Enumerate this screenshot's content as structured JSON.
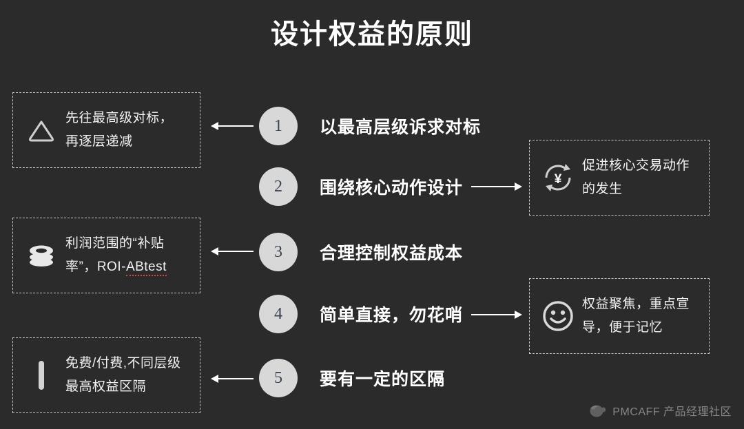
{
  "slide": {
    "title": "设计权益的原则",
    "background_color": "#2b2b2b",
    "text_color": "#ffffff",
    "accent_circle_color": "#d8d8d8",
    "number_text_color": "#3b4450"
  },
  "principles": [
    {
      "number": "1",
      "label": "以最高层级诉求对标",
      "arrow": "left-arrow"
    },
    {
      "number": "2",
      "label": "围绕核心动作设计",
      "arrow": "right-arrow"
    },
    {
      "number": "3",
      "label": "合理控制权益成本",
      "arrow": "left-arrow"
    },
    {
      "number": "4",
      "label": "简单直接，勿花哨",
      "arrow": "right-arrow"
    },
    {
      "number": "5",
      "label": "要有一定的区隔",
      "arrow": "left-arrow"
    }
  ],
  "cards": {
    "left": [
      {
        "icon": "triangle-icon",
        "line1": "先往最高级对标，",
        "line2": "再逐层递减"
      },
      {
        "icon": "coin-stack-icon",
        "line1": "利润范围的“补贴",
        "line2_prefix": "率”，ROI-",
        "line2_spellcheck": "ABtest"
      },
      {
        "icon": "vertical-bar-icon",
        "line1": "免费/付费,不同层级",
        "line2": "最高权益区隔"
      }
    ],
    "right": [
      {
        "icon": "yuan-refresh-icon",
        "line1": "促进核心交易动作",
        "line2": "的发生"
      },
      {
        "icon": "smiley-icon",
        "line1": "权益聚焦，重点宣",
        "line2": "导，便于记忆"
      }
    ]
  },
  "footer": {
    "logo": "pmcaff-logo-icon",
    "text": "PMCAFF 产品经理社区"
  }
}
